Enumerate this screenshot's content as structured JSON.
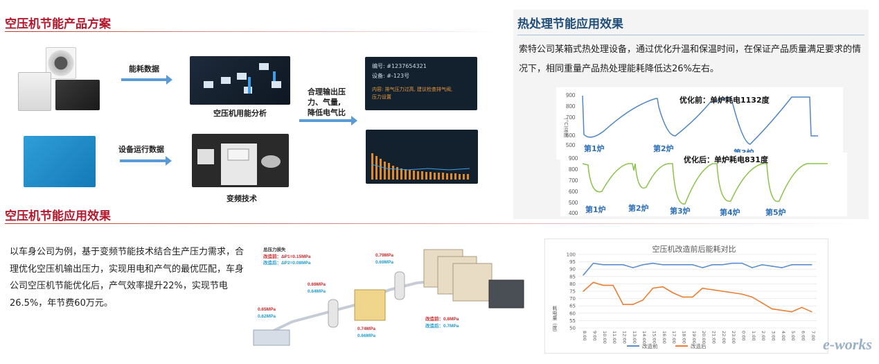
{
  "sections": {
    "solution_title": "空压机节能产品方案",
    "effect_title": "空压机节能应用效果",
    "heat_title": "热处理节能应用效果"
  },
  "flow": {
    "energy_data": "能耗数据",
    "device_data": "设备运行数据",
    "analysis_caption": "空压机用能分析",
    "vfd_caption": "变频技术",
    "result_text": [
      "合理输出压",
      "力、气量,",
      "降低电气比"
    ],
    "alert": {
      "id": "编号: #1237654321",
      "device": "设备: #-123号",
      "content": "内容: 排气压力过高, 建议检查排气阀, 压力设置"
    }
  },
  "heat": {
    "text": "索特公司某箱式热处理设备，通过优化升温和保温时间，在保证产品质量满足要求的情况下，相同重量产品热处理能耗降低达26%左右。",
    "before_title": "优化前：单炉耗电1132度",
    "after_title": "优化后：单炉耗电831度",
    "before_ticks": [
      "900",
      "800",
      "700",
      "600",
      "500"
    ],
    "after_ticks": [
      "900",
      "800",
      "700",
      "600",
      "500",
      "400"
    ],
    "before_labels": [
      "第1炉",
      "第2炉",
      "第3炉"
    ],
    "after_labels": [
      "第1炉",
      "第2炉",
      "第3炉",
      "第4炉",
      "第5炉"
    ],
    "ylabel": "(°C)温度"
  },
  "effect": {
    "text": "以车身公司为例，基于变频节能技术结合生产压力需求，合理优化空压机输出压力，实现用电和产气的最优匹配，车身公司空压机节能优化后，产气效率提升22%，实现节电26.5%，年节费60万元。",
    "pressure": {
      "total_title": "总压力损失",
      "total_before": "改造前：ΔP1=0.15MPa",
      "total_after": "改造后：ΔP2=0.08MPa",
      "p1_before": "0.65MPa",
      "p1_after": "0.62MPa",
      "p2_before": "0.69MPa",
      "p2_after": "0.64MPa",
      "p3_before": "0.74MPa",
      "p3_after": "0.66MPa",
      "p4_before": "0.79MPa",
      "p4_after": "0.69MPa",
      "p5_before": "改造前：0.8MPa",
      "p5_after": "改造后：0.7MPa"
    },
    "watermark": "e-works"
  },
  "colors": {
    "before": "#5b8fd1",
    "after": "#ed7d31",
    "after_green": "#8bc34a",
    "accent": "#b2182b"
  },
  "chart_data": {
    "type": "line",
    "title": "空压机改造前后能耗对比",
    "ylabel": "耗电量（度）",
    "ylim": [
      50,
      100
    ],
    "yticks": [
      50,
      55,
      60,
      65,
      70,
      75,
      80,
      85,
      90,
      95,
      100
    ],
    "categories": [
      "8:00",
      "9:00",
      "10:00",
      "11:00",
      "12:00",
      "13:00",
      "14:00",
      "15:00",
      "16:00",
      "17:00",
      "18:00",
      "19:00",
      "20:00",
      "21:00",
      "22:00",
      "23:00",
      "0:00",
      "1:00",
      "2:00",
      "3:00",
      "4:00",
      "5:00",
      "6:00",
      "7:00"
    ],
    "series": [
      {
        "name": "改造前",
        "values": [
          86,
          94,
          93,
          93,
          93,
          91,
          93,
          94,
          93,
          93,
          93,
          93,
          91,
          93,
          93,
          94,
          94,
          91,
          93,
          92,
          91,
          93,
          93,
          93
        ]
      },
      {
        "name": "改造后",
        "values": [
          75,
          81,
          79,
          79,
          66,
          66,
          69,
          77,
          78,
          74,
          71,
          71,
          77,
          76,
          75,
          74,
          73,
          71,
          67,
          63,
          62,
          61,
          64,
          61
        ]
      }
    ]
  }
}
